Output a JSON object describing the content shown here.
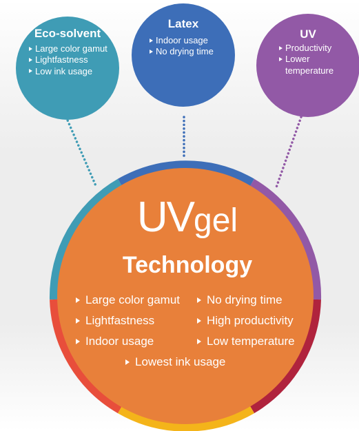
{
  "bubbles": {
    "eco": {
      "title": "Eco-solvent",
      "items": [
        "Large color gamut",
        "Lightfastness",
        "Low ink usage"
      ],
      "color": "#3f9cb5"
    },
    "latex": {
      "title": "Latex",
      "items": [
        "Indoor usage",
        "No drying time"
      ],
      "color": "#3d6eb8"
    },
    "uv": {
      "title": "UV",
      "items": [
        "Productivity",
        "Lower temperature"
      ],
      "color": "#9259a6"
    }
  },
  "main": {
    "brand_uv": "UV",
    "brand_gel": "gel",
    "subtitle": "Technology",
    "features": [
      "Large color gamut",
      "No drying time",
      "Lightfastness",
      "High productivity",
      "Indoor usage",
      "Low temperature",
      "Lowest ink usage"
    ],
    "color": "#e8803a"
  },
  "ring_colors": {
    "teal": "#3f9cb5",
    "blue": "#3d6eb8",
    "purple": "#9259a6",
    "crimson": "#b0233d",
    "yellow": "#f4b41a",
    "red": "#e84e3b"
  }
}
